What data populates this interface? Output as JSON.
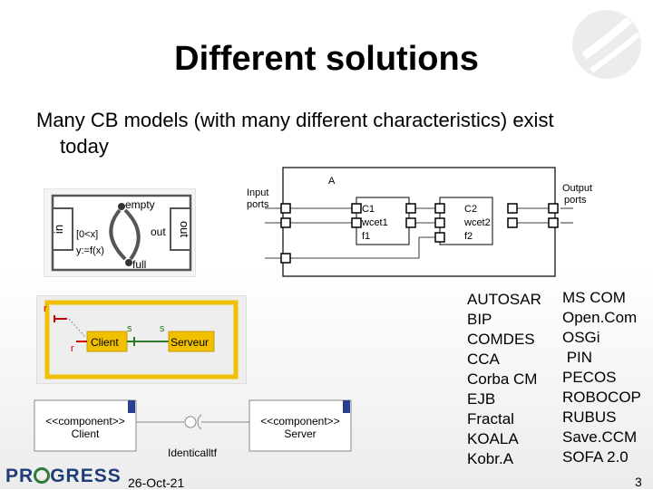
{
  "slide": {
    "title": "Different solutions",
    "intro_line1": "Many CB models (with many different characteristics) exist",
    "intro_line2": "today",
    "list_a": [
      "AUTOSAR",
      "BIP",
      "COMDES",
      "CCA",
      "Corba CM",
      "EJB",
      "Fractal",
      "KOALA",
      "Kobr.A"
    ],
    "list_b": [
      "MS COM",
      "Open.Com",
      "OSGi",
      " PIN",
      "PECOS",
      "ROBOCOP",
      "RUBUS",
      "Save.CCM",
      "SOFA 2.0"
    ],
    "footer_date": "26-Oct-21",
    "page_number": "3",
    "logo_text": "PR  GRESS"
  },
  "component_diagram": {
    "outer_label": "A",
    "input_ports_line1": "Input",
    "input_ports_line2": "ports",
    "output_ports_line1": "Output",
    "output_ports_line2": "ports",
    "c1": [
      "C1",
      "wcet1",
      "f1"
    ],
    "c2": [
      "C2",
      "wcet2",
      "f2"
    ]
  },
  "state_diagram": {
    "in_label": "in",
    "out_label": "out",
    "empty_label": "empty",
    "full_label": "full",
    "guard_label": "[0<x]",
    "assign_label": "y:=f(x)"
  },
  "client_server_diagram": {
    "client_label": "Client",
    "server_label": "Serveur",
    "r_label": "r",
    "s_label": "s"
  },
  "uml_diagram": {
    "client_stereotype": "<<component>>",
    "client_name": "Client",
    "server_stereotype": "<<component>>",
    "server_name": "Server",
    "interface_name": "Identicalltf"
  }
}
